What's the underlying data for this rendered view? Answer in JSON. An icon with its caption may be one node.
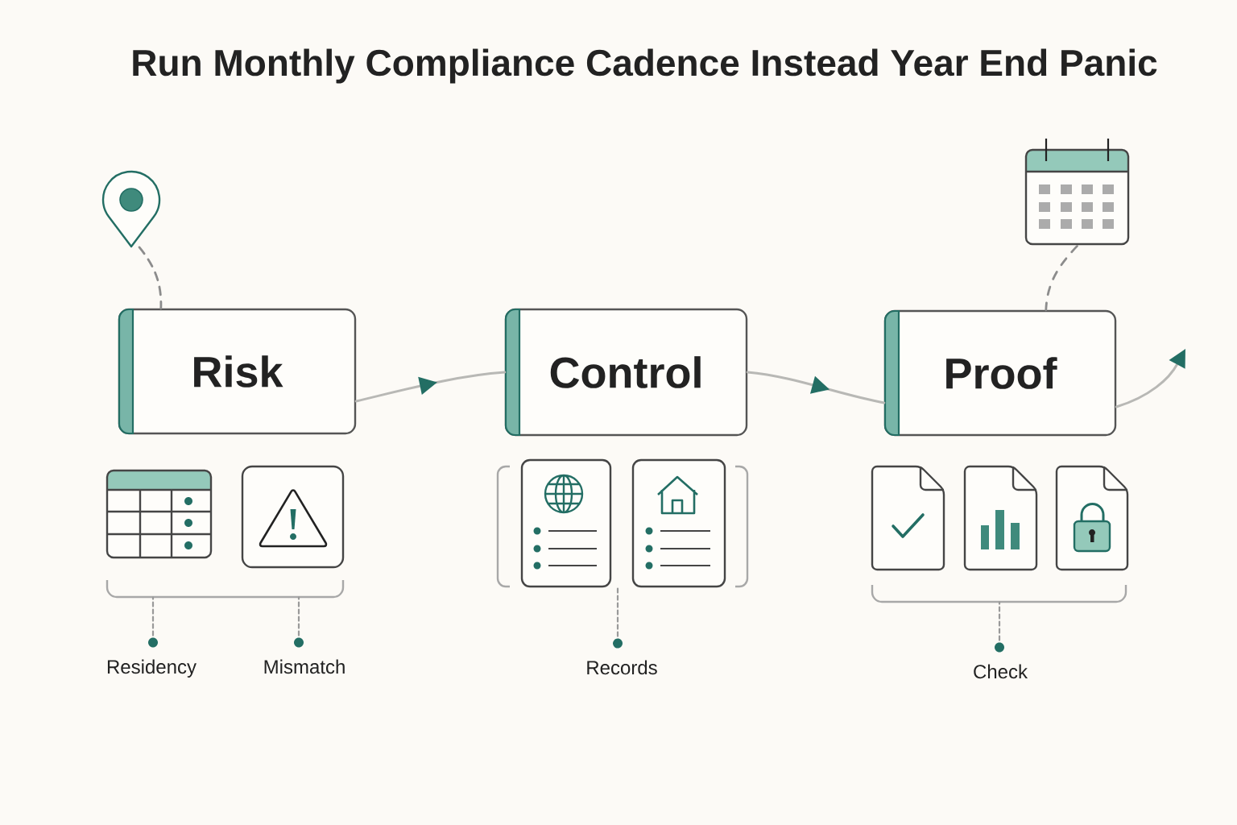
{
  "diagram": {
    "title": "Run Monthly Compliance Cadence Instead Year End Panic",
    "nodes": [
      {
        "text": [],
        "shape": "picture"
      },
      {
        "text": [],
        "shape": "picture"
      },
      {
        "text": [
          "Risk"
        ]
      },
      {
        "text": [
          "Control"
        ]
      },
      {
        "text": [
          "Proof"
        ]
      },
      {
        "text": [],
        "shape": "bracket"
      },
      {
        "text": [],
        "shape": "bracket"
      },
      {
        "text": [],
        "shape": "bracket"
      },
      {
        "text": [
          "Residency"
        ]
      },
      {
        "text": [
          "Mismatch"
        ]
      },
      {
        "text": [
          "Records"
        ]
      },
      {
        "text": [
          "Check"
        ]
      }
    ],
    "edges": [
      {
        "from": 2,
        "to": 3,
        "arrow": "to"
      },
      {
        "from": 3,
        "to": 4,
        "arrow": "to"
      },
      {
        "from": 4,
        "to": null,
        "arrow": "to"
      },
      {
        "from": 0,
        "to": 2,
        "arrow": "none",
        "style": "dashed"
      },
      {
        "from": 1,
        "to": 4,
        "arrow": "none",
        "style": "dashed"
      },
      {
        "from": 8,
        "to": 5,
        "arrow": "none",
        "style": "dashed"
      },
      {
        "from": 9,
        "to": 5,
        "arrow": "none",
        "style": "dashed"
      },
      {
        "from": 10,
        "to": 6,
        "arrow": "none",
        "style": "dashed"
      },
      {
        "from": 11,
        "to": 7,
        "arrow": "none",
        "style": "dashed"
      }
    ]
  }
}
